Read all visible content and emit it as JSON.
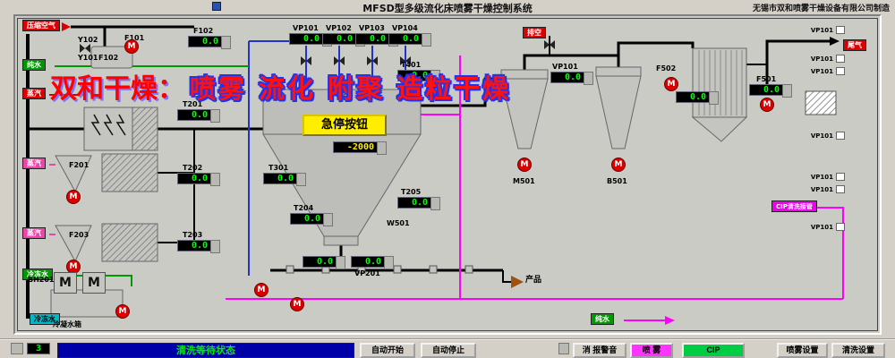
{
  "header": {
    "title": "MFSD型多级流化床喷雾干燥控制系统",
    "manufacturer": "无锡市双和喷雾干燥设备有限公司制造"
  },
  "watermark": {
    "brand": "双和干燥：",
    "slogan": "喷雾 流化 附聚 造粒干燥"
  },
  "streams": {
    "compressed_air": "压缩空气",
    "pure_water": "纯水",
    "steam_a": "蒸汽",
    "steam_b": "蒸汽",
    "steam_c": "蒸汽",
    "chilled_water": "冷冻水",
    "chilled_return": "冷冻水",
    "condensate_tank": "冷凝水箱",
    "vent": "排空",
    "tail_gas": "尾气",
    "product": "产品",
    "pure_water_out": "纯水",
    "cip_branch": "CIP清洗接管"
  },
  "estop_label": "急停按钮",
  "motor_label": "M",
  "tags": {
    "y101": "Y101",
    "y102": "Y102",
    "f101": "F101",
    "f102": "F102",
    "f201": "F201",
    "f203": "F203",
    "t201": "T201",
    "t202": "T202",
    "t203": "T203",
    "t204": "T204",
    "t205": "T205",
    "t301": "T301",
    "t401": "T401",
    "vp101": "VP101",
    "vp102": "VP102",
    "vp103": "VP103",
    "vp104": "VP104",
    "vp201": "VP201",
    "vp101_vent": "VP101",
    "w501": "W501",
    "m501": "M501",
    "b501": "B501",
    "bh201": "BH201",
    "f501": "F501",
    "f502": "F502"
  },
  "right_stack": [
    "VP101",
    "VP101",
    "VP101",
    "VP101",
    "VP101",
    "VP101",
    "VP101"
  ],
  "displays": {
    "f102": "0.0",
    "t201": "0.0",
    "t202": "0.0",
    "t203": "0.0",
    "t204": "0.0",
    "t205": "0.0",
    "t301": "0.0",
    "t401": "0.0",
    "vp101": "0.0",
    "vp102": "0.0",
    "vp103": "0.0",
    "vp104": "0.0",
    "vp101_vent": "0.0",
    "f501": "0.0",
    "f502": "0.0",
    "chamber_pressure": "-2000",
    "conveyor_a": "0.0",
    "conveyor_b": "0.0",
    "page": "3"
  },
  "footer": {
    "status": "清洗等待状态",
    "auto_start": "自动开始",
    "auto_stop": "自动停止",
    "mute_alarm": "消 报警音",
    "spray": "喷 雾",
    "cip": "CIP",
    "spray_settings": "喷雾设置",
    "clean_settings": "清洗设置"
  }
}
